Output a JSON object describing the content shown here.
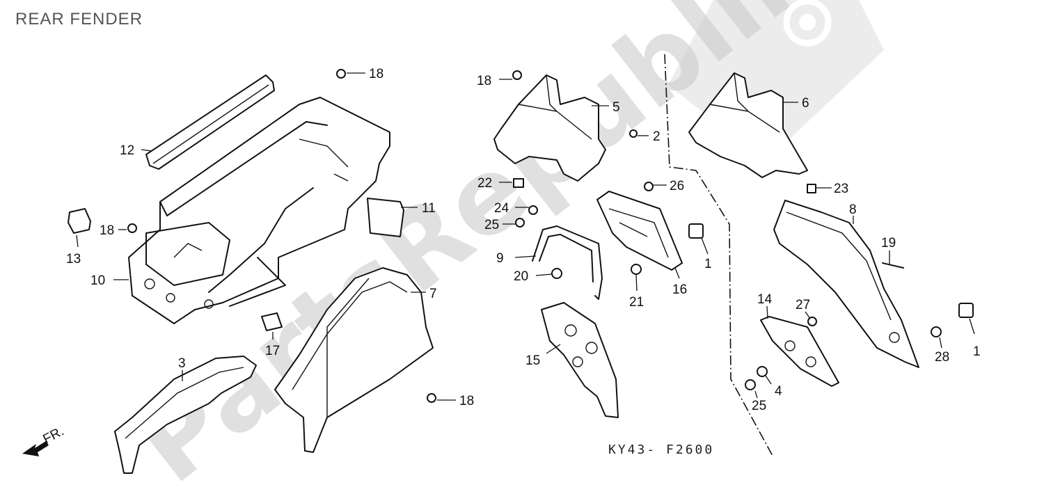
{
  "title": "REAR FENDER",
  "drawing_code": "KY43- F2600",
  "watermark": "PartsRepublik",
  "direction_label": "FR.",
  "watermark_icon": "gear-icon",
  "callouts": {
    "c1a": "1",
    "c1b": "1",
    "c2": "2",
    "c3": "3",
    "c4": "4",
    "c5": "5",
    "c6": "6",
    "c7": "7",
    "c8": "8",
    "c9": "9",
    "c10": "10",
    "c11": "11",
    "c12": "12",
    "c13": "13",
    "c14": "14",
    "c15": "15",
    "c16": "16",
    "c17": "17",
    "c18a": "18",
    "c18b": "18",
    "c18c": "18",
    "c18d": "18",
    "c19": "19",
    "c20": "20",
    "c21": "21",
    "c22": "22",
    "c23": "23",
    "c24": "24",
    "c25a": "25",
    "c25b": "25",
    "c26": "26",
    "c27": "27",
    "c28": "28"
  }
}
